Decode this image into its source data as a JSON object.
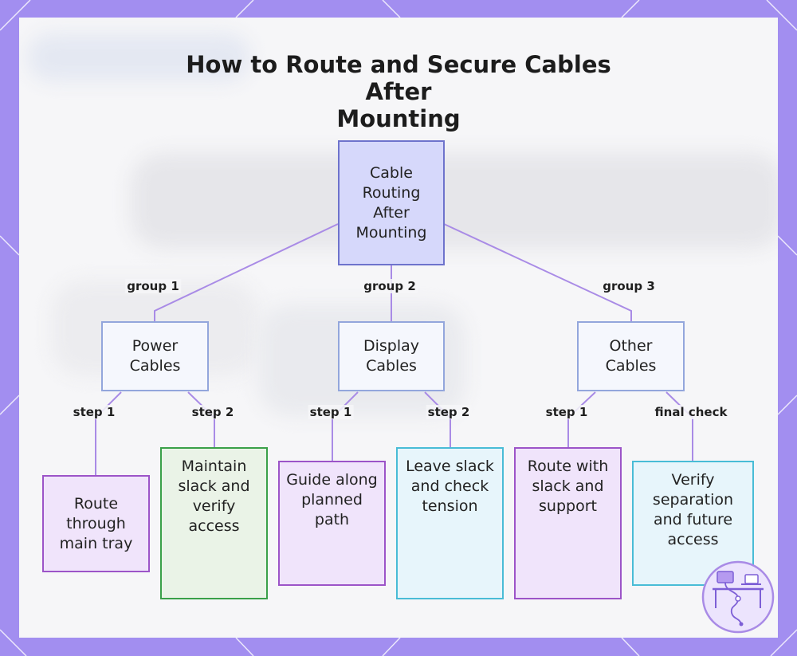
{
  "title": {
    "line1": "How to Route and Secure Cables After",
    "line2": "Mounting"
  },
  "root": {
    "label": "Cable Routing After Mounting"
  },
  "groups": [
    {
      "edge_label": "group 1",
      "label": "Power Cables"
    },
    {
      "edge_label": "group 2",
      "label": "Display Cables"
    },
    {
      "edge_label": "group 3",
      "label": "Other Cables"
    }
  ],
  "steps": [
    {
      "edge_label": "step 1",
      "label": "Route through main tray",
      "color": "#9c54c8"
    },
    {
      "edge_label": "step 2",
      "label": "Maintain slack and verify access",
      "color": "#3aa049"
    },
    {
      "edge_label": "step 1",
      "label": "Guide along planned path",
      "color": "#9c54c8"
    },
    {
      "edge_label": "step 2",
      "label": "Leave slack and check tension",
      "color": "#49bcd6"
    },
    {
      "edge_label": "step 1",
      "label": "Route with slack and support",
      "color": "#9c54c8"
    },
    {
      "edge_label": "final check",
      "label": "Verify separation and future access",
      "color": "#49bcd6"
    }
  ],
  "colors": {
    "frame": "#a28ef0",
    "connector": "#a98be6",
    "root_fill": "#d6d8fb",
    "group_border": "#93a6dc"
  },
  "icons": {
    "logo": "desk-workstation-icon"
  }
}
